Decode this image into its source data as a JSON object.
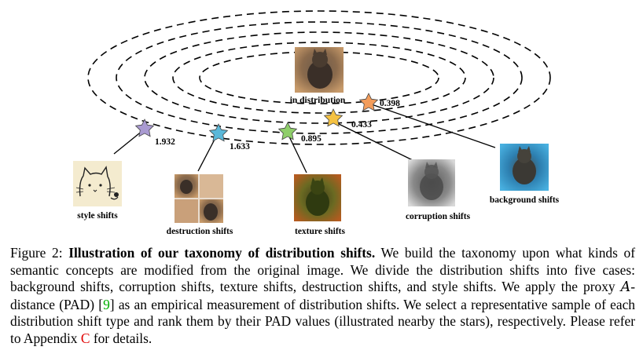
{
  "figure": {
    "center_label": "in distribution",
    "stars": [
      {
        "pad": "0.398",
        "color": "#f39c5a"
      },
      {
        "pad": "0.433",
        "color": "#f5c242"
      },
      {
        "pad": "0.895",
        "color": "#8fce6a"
      },
      {
        "pad": "1.633",
        "color": "#5bb8d9"
      },
      {
        "pad": "1.932",
        "color": "#a99ad1"
      }
    ],
    "shift_labels": {
      "background": "background shifts",
      "corruption": "corruption shifts",
      "texture": "texture shifts",
      "destruction": "destruction shifts",
      "style": "style shifts"
    }
  },
  "caption": {
    "prefix": "Figure 2: ",
    "title": "Illustration of our taxonomy of distribution shifts.",
    "s1": " We build the taxonomy upon what kinds of semantic concepts are modified from the original image. We divide the distribution shifts into five cases: background shifts, corruption shifts, texture shifts, destruction shifts, and style shifts. We apply the proxy ",
    "a_symbol": "A",
    "s2": "-distance (PAD) ",
    "ref_open": "[",
    "ref1": "9",
    "ref_close": "]",
    "s3": " as an empirical measurement of distribution shifts. We select a representative sample of each distribution shift type and rank them by their PAD values (illustrated nearby the stars), respectively. Please refer to Appendix ",
    "ref2": "C",
    "s4": " for details."
  }
}
